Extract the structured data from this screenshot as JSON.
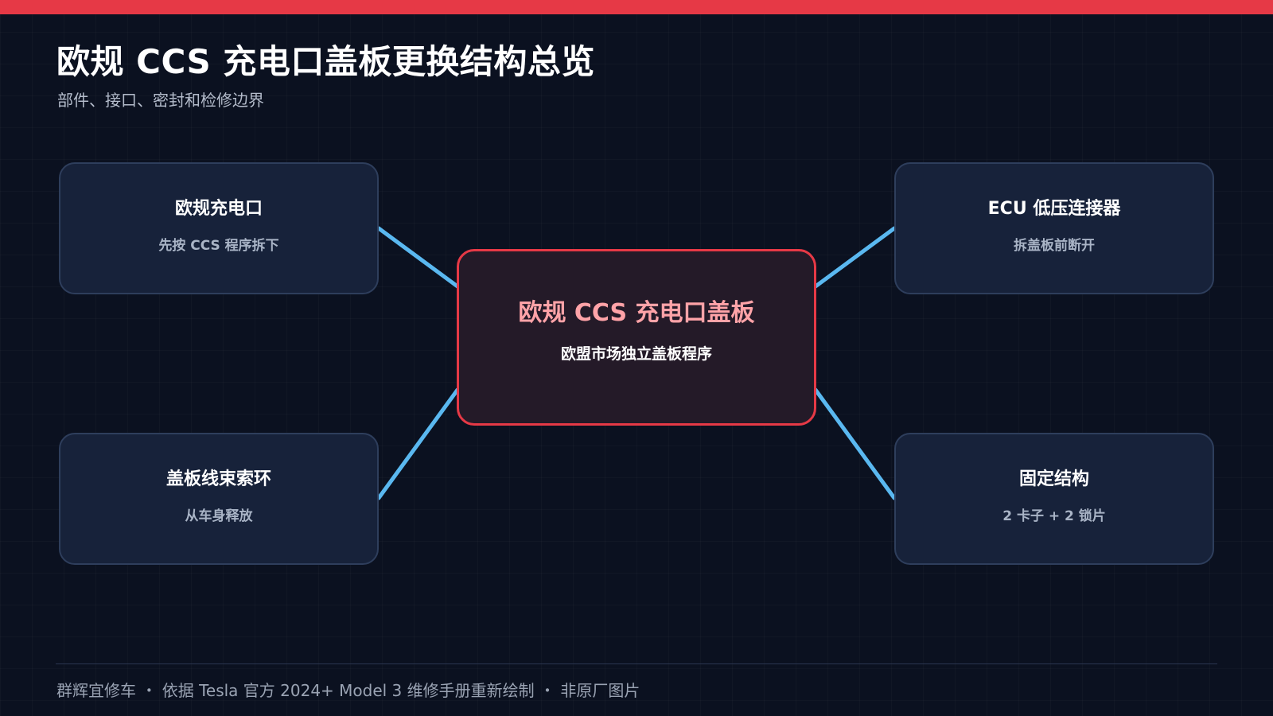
{
  "header": {
    "title": "欧规 CCS 充电口盖板更换结构总览",
    "subtitle": "部件、接口、密封和检修边界"
  },
  "diagram": {
    "center": {
      "title": "欧规 CCS 充电口盖板",
      "subtitle": "欧盟市场独立盖板程序"
    },
    "nodes": [
      {
        "title": "欧规充电口",
        "subtitle": "先按 CCS 程序拆下"
      },
      {
        "title": "ECU 低压连接器",
        "subtitle": "拆盖板前断开"
      },
      {
        "title": "盖板线束索环",
        "subtitle": "从车身释放"
      },
      {
        "title": "固定结构",
        "subtitle": "2 卡子 + 2 锁片"
      }
    ]
  },
  "footer": {
    "text": "群辉宜修车 ・ 依据 Tesla 官方 2024+ Model 3 维修手册重新绘制 ・ 非原厂图片"
  },
  "colors": {
    "accent": "#e63946",
    "connector": "#5ab8f0",
    "background": "#0b1120",
    "node_fill": "#17223a",
    "center_title": "#ffa3a8"
  }
}
